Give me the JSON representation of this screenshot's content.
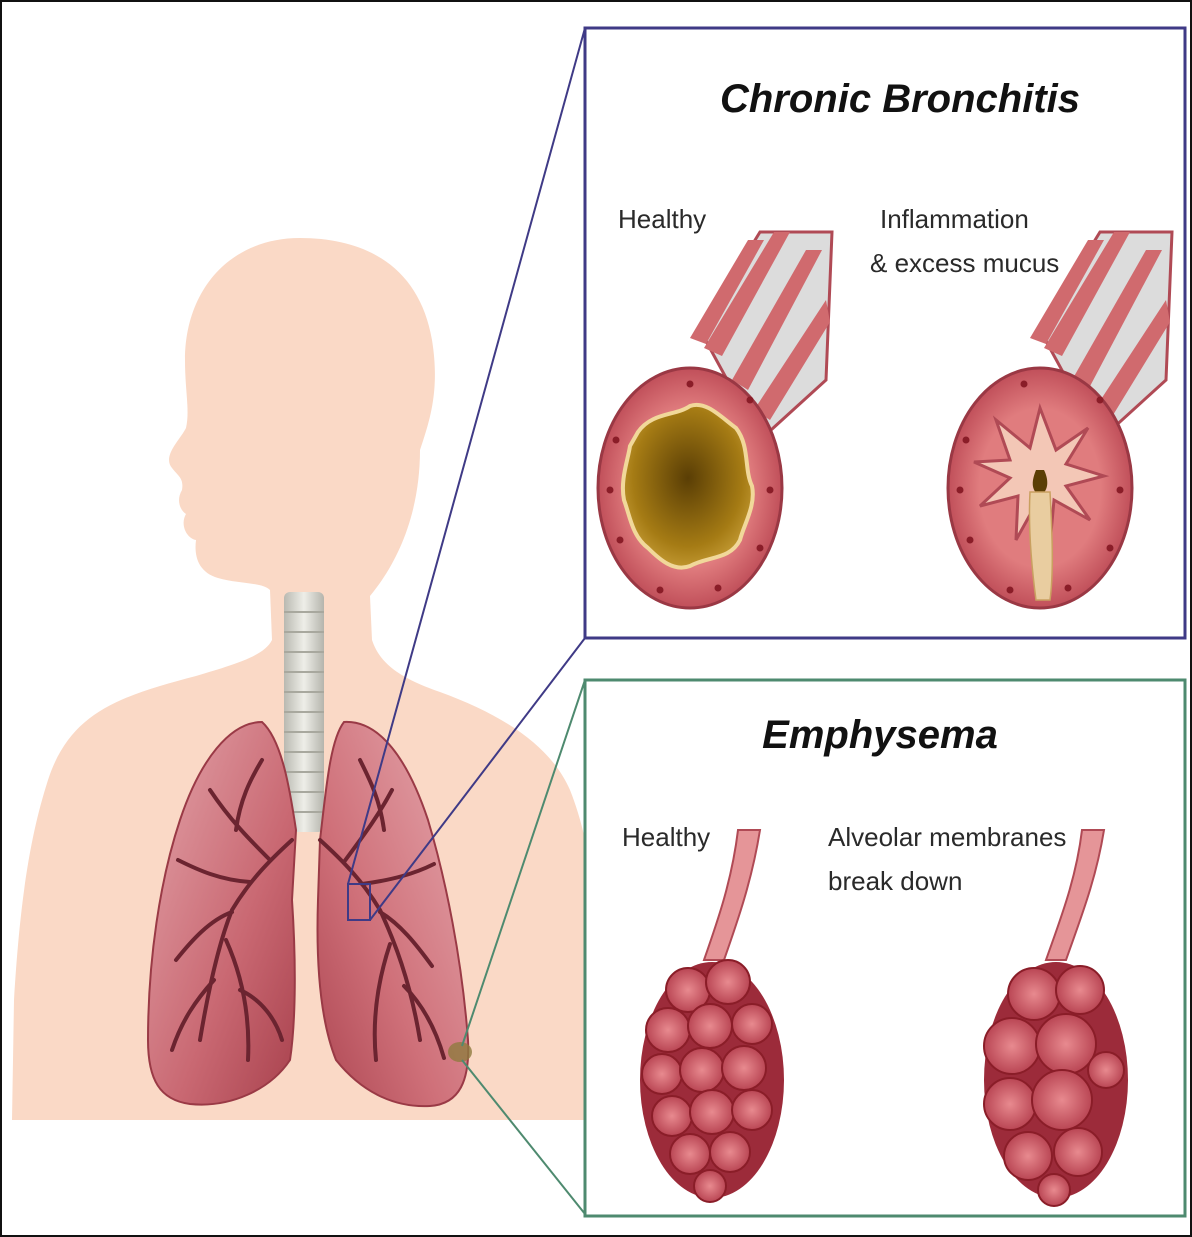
{
  "panels": {
    "bronchitis": {
      "title": "Chronic Bronchitis",
      "left_label": "Healthy",
      "right_label_line1": "Inflammation",
      "right_label_line2": "& excess mucus"
    },
    "emphysema": {
      "title": "Emphysema",
      "left_label": "Healthy",
      "right_label_line1": "Alveolar membranes",
      "right_label_line2": "break down"
    }
  },
  "colors": {
    "body": "#fad9c6",
    "lung": "#c9656f",
    "tissue": "#d25c64",
    "bronchitis_frame": "#3f3a86",
    "emphysema_frame": "#4e8a6f",
    "trachea": "#dcdcd4"
  }
}
